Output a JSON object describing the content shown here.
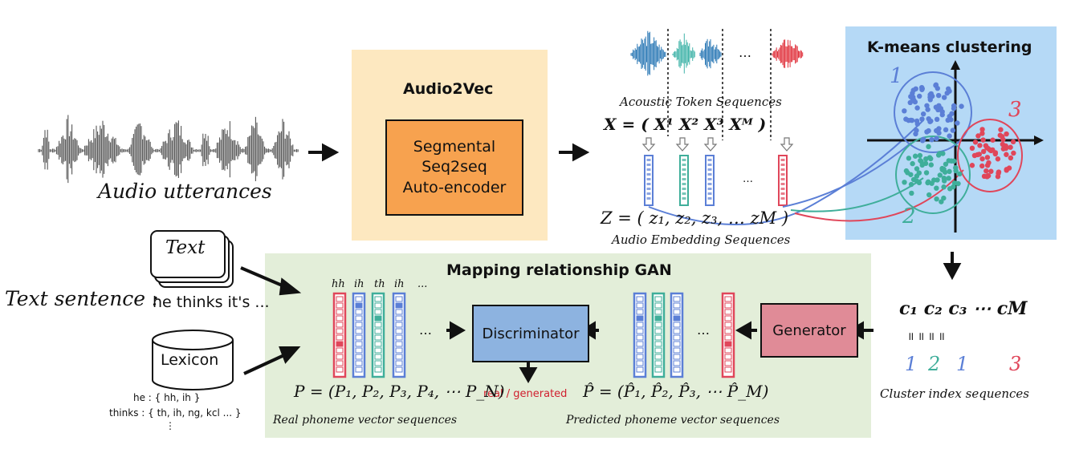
{
  "labels": {
    "audio_utterances": "Audio utterances",
    "audio2vec": "Audio2Vec",
    "seq2seq": "Segmental\nSeq2seq\nAuto-encoder",
    "acoustic_tokens": "Acoustic Token Sequences",
    "x_equation": "X = ( X¹   X²  X³          Xᴹ )",
    "ellipsis": "…",
    "z_equation": "Z = ( z₁,  z₂,  z₃,   …   zM )",
    "audio_embedding": "Audio Embedding Sequences",
    "kmeans_title": "K-means  clustering",
    "cluster1": "1",
    "cluster2": "2",
    "cluster3": "3",
    "text_doc": "Text",
    "text_sentence_label": "Text sentence :",
    "text_sentence_value": "he thinks it's ...",
    "lexicon": "Lexicon",
    "lexicon_entries": [
      "he : { hh, ih }",
      "thinks : { th, ih, ng, kcl ... }",
      "⋮"
    ],
    "gan_title": "Mapping relationship GAN",
    "phoneme_labels": [
      "hh",
      "ih",
      "th",
      "ih",
      "..."
    ],
    "discriminator": "Discriminator",
    "generator": "Generator",
    "real_generated": "real / generated",
    "p_equation": "P = (P₁, P₂, P₃, P₄,  ⋯ P_N)",
    "real_phoneme": "Real phoneme vector sequences",
    "phat_equation": "P̂ = (P̂₁, P̂₂, P̂₃,  ⋯  P̂_M)",
    "predicted_phoneme": "Predicted phoneme vector sequences",
    "c_sequence": "c₁  c₂  c₃   ⋯    cM",
    "eq_signs": "॥   ॥   ॥            ॥",
    "cluster_index_values": [
      "1",
      "2",
      "1",
      "3"
    ],
    "cluster_index_sequences": "Cluster index sequences"
  },
  "colors": {
    "blue": "#5b7fd6",
    "teal": "#3fae9a",
    "red": "#e0465a",
    "orange_box": "#f7a24f",
    "disc_box": "#8db3e0",
    "gen_box": "#e08b97"
  }
}
